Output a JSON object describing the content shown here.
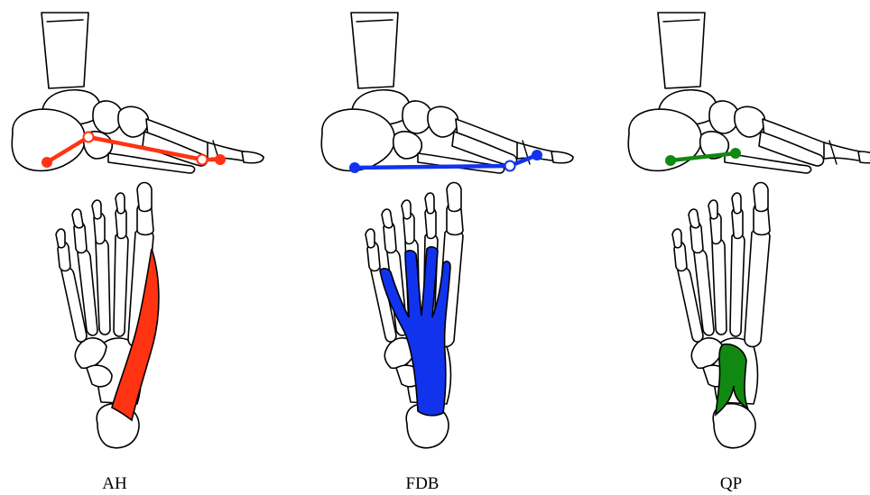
{
  "panels": [
    {
      "id": "ah",
      "label": "AH",
      "color": "#ff3311"
    },
    {
      "id": "fdb",
      "label": "FDB",
      "color": "#1133ee"
    },
    {
      "id": "qp",
      "label": "QP",
      "color": "#118811"
    }
  ]
}
